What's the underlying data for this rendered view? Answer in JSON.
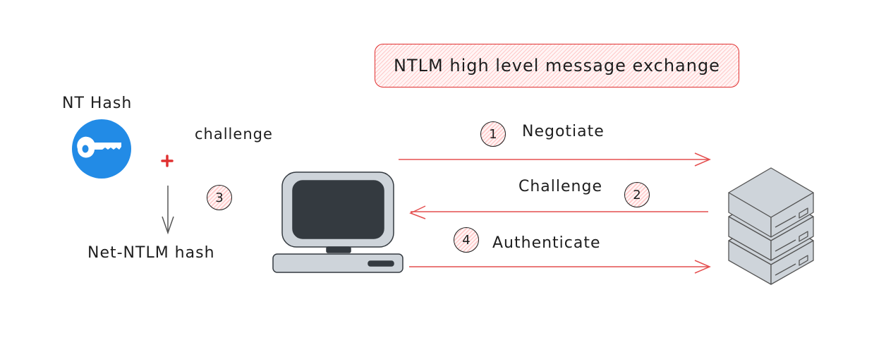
{
  "title": "NTLM high level message exchange",
  "client": {
    "nt_hash_label": "NT Hash",
    "challenge_label": "challenge",
    "plus_symbol": "+",
    "result_label": "Net-NTLM hash",
    "step_badge": "3",
    "key_icon": "key-icon",
    "computer_icon": "desktop-computer-icon"
  },
  "messages": [
    {
      "step": "1",
      "label": "Negotiate",
      "direction": "client-to-server"
    },
    {
      "step": "2",
      "label": "Challenge",
      "direction": "server-to-client"
    },
    {
      "step": "4",
      "label": "Authenticate",
      "direction": "client-to-server"
    }
  ],
  "server": {
    "icon": "server-stack-icon"
  },
  "colors": {
    "accent_red": "#e03131",
    "key_blue": "#228be6",
    "device_gray": "#ced4da",
    "screen_dark": "#343a40"
  }
}
